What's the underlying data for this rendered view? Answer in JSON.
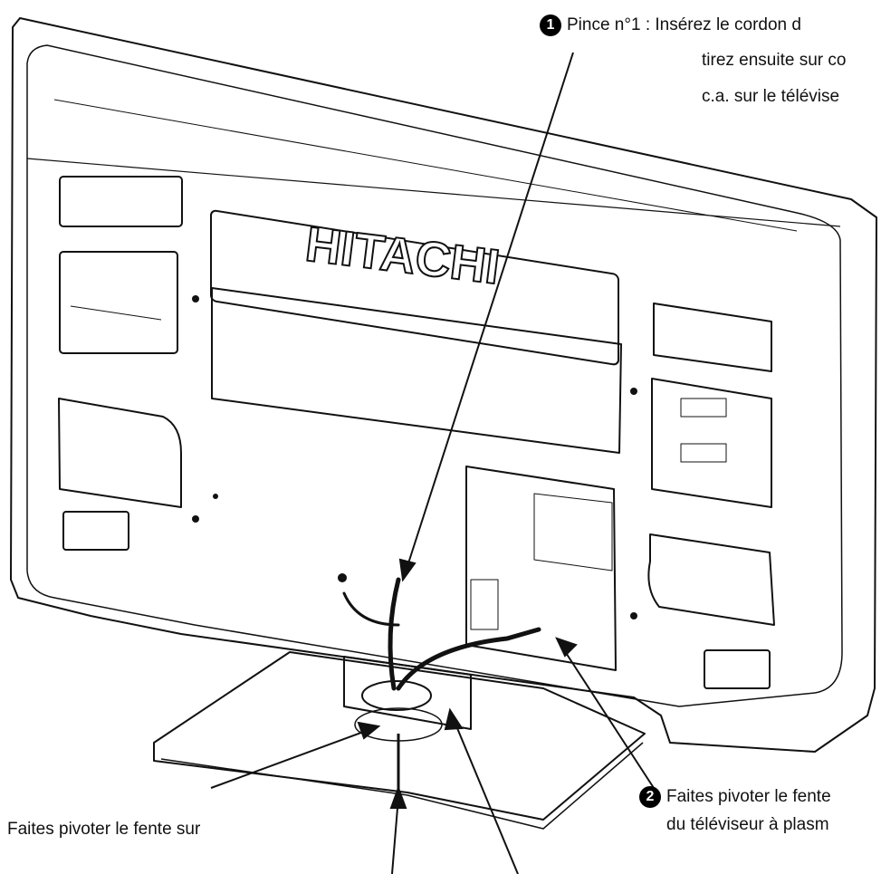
{
  "brand_logo": "HITACHI",
  "callouts": {
    "step1": {
      "number": "1",
      "lines": [
        "Pince n°1 : Insérez le cordon d",
        "tirez ensuite sur co",
        "c.a. sur le télévise"
      ]
    },
    "step2": {
      "number": "2",
      "lines": [
        "Faites pivoter le fente",
        "du téléviseur à plasm"
      ]
    },
    "bottom_left": {
      "lines": [
        "Faites pivoter le fente sur"
      ]
    }
  },
  "colors": {
    "line": "#111111",
    "panel_fill": "#ffffff",
    "badge": "#000000"
  }
}
